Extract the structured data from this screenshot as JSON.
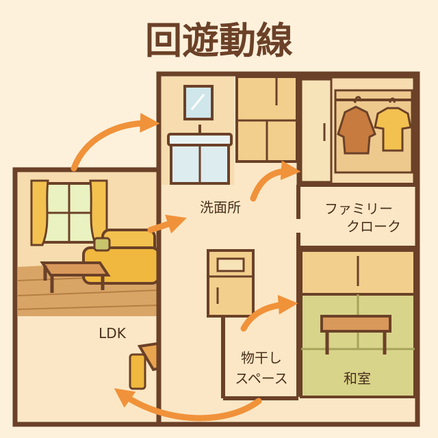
{
  "title": "回遊動線",
  "rooms": {
    "ldk": "LDK",
    "washroom": "洗面所",
    "family_closet_line1": "ファミリー",
    "family_closet_line2": "クローク",
    "drying_space_line1": "物干し",
    "drying_space_line2": "スペース",
    "japanese_room": "和室"
  },
  "colors": {
    "background": "#fdf1dc",
    "wall": "#6b4128",
    "arrow": "#f0923a",
    "floor": "#fbe7c6",
    "tatami": "#d8d48a"
  }
}
